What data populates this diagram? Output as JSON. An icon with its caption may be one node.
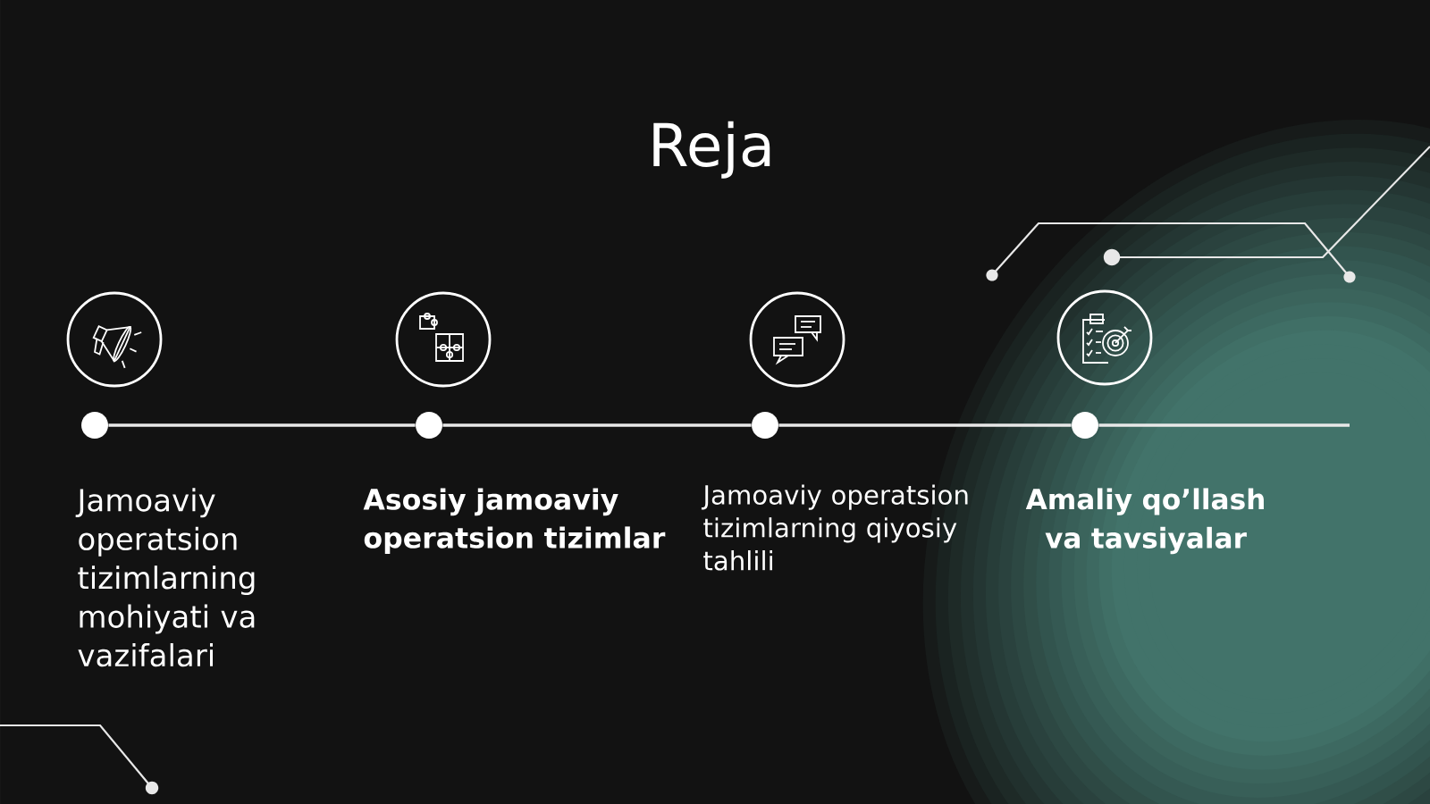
{
  "diagram": {
    "title": "Reja",
    "nodes": [
      {
        "text": [],
        "shape": "circle",
        "beside": [
          "Jamoaviy operatsion tizimlarning mohiyati va vazifalari"
        ]
      },
      {
        "text": [],
        "shape": "circle",
        "beside": [
          "Asosiy jamoaviy operatsion tizimlar"
        ]
      },
      {
        "text": [],
        "shape": "circle",
        "beside": [
          "Jamoaviy operatsion tizimlarning qiyosiy tahlili"
        ]
      },
      {
        "text": [],
        "shape": "circle",
        "beside": [
          "Amaliy qo’llash va tavsiyalar"
        ]
      }
    ],
    "edges": [
      {
        "from": 0,
        "to": 1,
        "arrow": "none"
      },
      {
        "from": 1,
        "to": 2,
        "arrow": "none"
      },
      {
        "from": 2,
        "to": 3,
        "arrow": "none"
      },
      {
        "from": 3,
        "to": null,
        "arrow": "none"
      }
    ]
  }
}
